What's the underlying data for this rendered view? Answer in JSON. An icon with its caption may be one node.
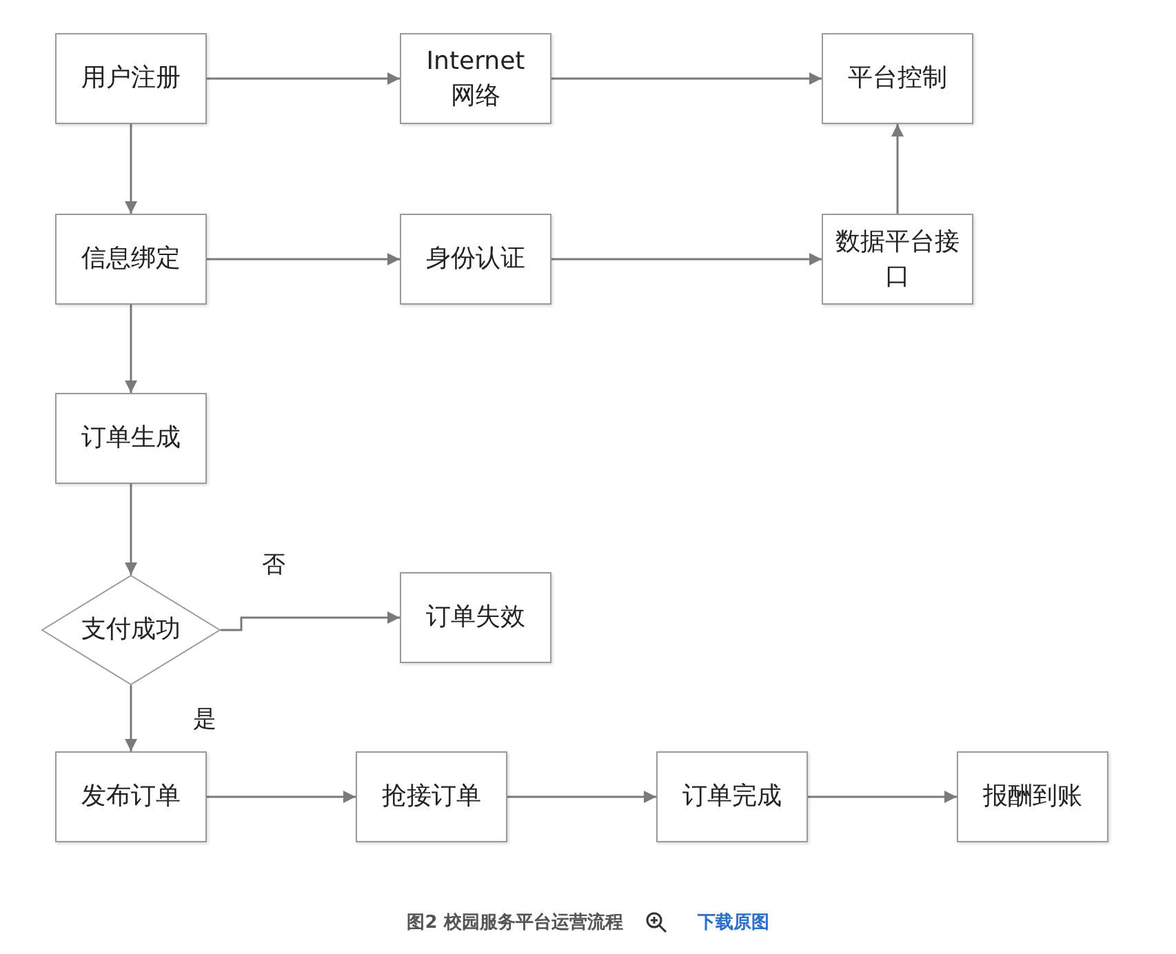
{
  "diagram": {
    "caption": "图2 校园服务平台运营流程",
    "nodes": [
      {
        "text": [
          "用户注册"
        ]
      },
      {
        "text": [
          "Internet 网络"
        ]
      },
      {
        "text": [
          "平台控制"
        ]
      },
      {
        "text": [
          "信息绑定"
        ]
      },
      {
        "text": [
          "身份认证"
        ]
      },
      {
        "text": [
          "数据平台接口"
        ]
      },
      {
        "text": [
          "订单生成"
        ]
      },
      {
        "text": [
          "支付成功"
        ]
      },
      {
        "text": [
          "订单失效"
        ]
      },
      {
        "text": [
          "发布订单"
        ]
      },
      {
        "text": [
          "抢接订单"
        ]
      },
      {
        "text": [
          "订单完成"
        ]
      },
      {
        "text": [
          "报酬到账"
        ]
      }
    ],
    "edges": [
      {
        "from": 0,
        "to": 1,
        "arrow": "to"
      },
      {
        "from": 1,
        "to": 2,
        "arrow": "to"
      },
      {
        "from": 0,
        "to": 3,
        "arrow": "to"
      },
      {
        "from": 3,
        "to": 4,
        "arrow": "to"
      },
      {
        "from": 4,
        "to": 5,
        "arrow": "to"
      },
      {
        "from": 5,
        "to": 2,
        "arrow": "to"
      },
      {
        "from": 3,
        "to": 6,
        "arrow": "to"
      },
      {
        "from": 6,
        "to": 7,
        "arrow": "to"
      },
      {
        "from": 7,
        "to": 8,
        "arrow": "to",
        "label": "否"
      },
      {
        "from": 7,
        "to": 9,
        "arrow": "to",
        "label": "是"
      },
      {
        "from": 9,
        "to": 10,
        "arrow": "to"
      },
      {
        "from": 10,
        "to": 11,
        "arrow": "to"
      },
      {
        "from": 11,
        "to": 12,
        "arrow": "to"
      }
    ],
    "labels": [
      "下载原图"
    ]
  }
}
